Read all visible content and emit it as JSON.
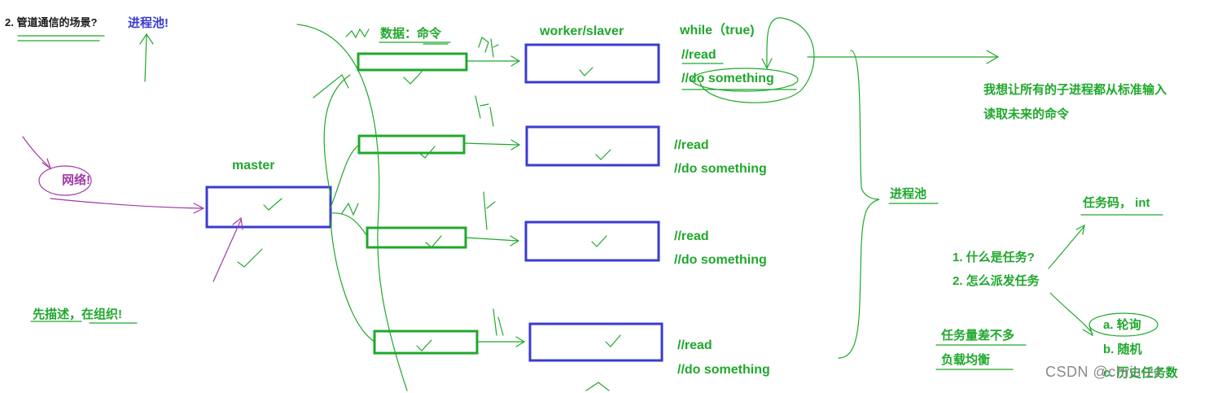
{
  "header": {
    "title": "2. 管道通信的场景?",
    "tag": "进程池!"
  },
  "labels": {
    "data_command": "数据：命令",
    "workers": "worker/slaver",
    "master": "master",
    "network": "网络!",
    "describe_then_organize": "先描述，在组织!",
    "while_true": "while（true)",
    "read": "//read",
    "do_something": "//do something",
    "pool": "进程池",
    "stdin_note_line1": "我想让所有的子进程都从标准输入",
    "stdin_note_line2": "读取未来的命令",
    "task_code": "任务码，  int",
    "q1": "1. 什么是任务?",
    "q2": "2. 怎么派发任务",
    "opt_a": "a. 轮询",
    "opt_b": "b. 随机",
    "opt_c": "c. 历史任务数",
    "balance_line1": "任务量差不多",
    "balance_line2": "负载均衡",
    "watermark": "CSDN @chris-zz"
  },
  "colors": {
    "pipe_box": "#1fa82c",
    "worker_box": "#3b3bd1",
    "master_box": "#3b3bd1",
    "annotation_green": "#1fa82c",
    "annotation_purple": "#a23aa6",
    "text_black": "#1a1a1a"
  }
}
